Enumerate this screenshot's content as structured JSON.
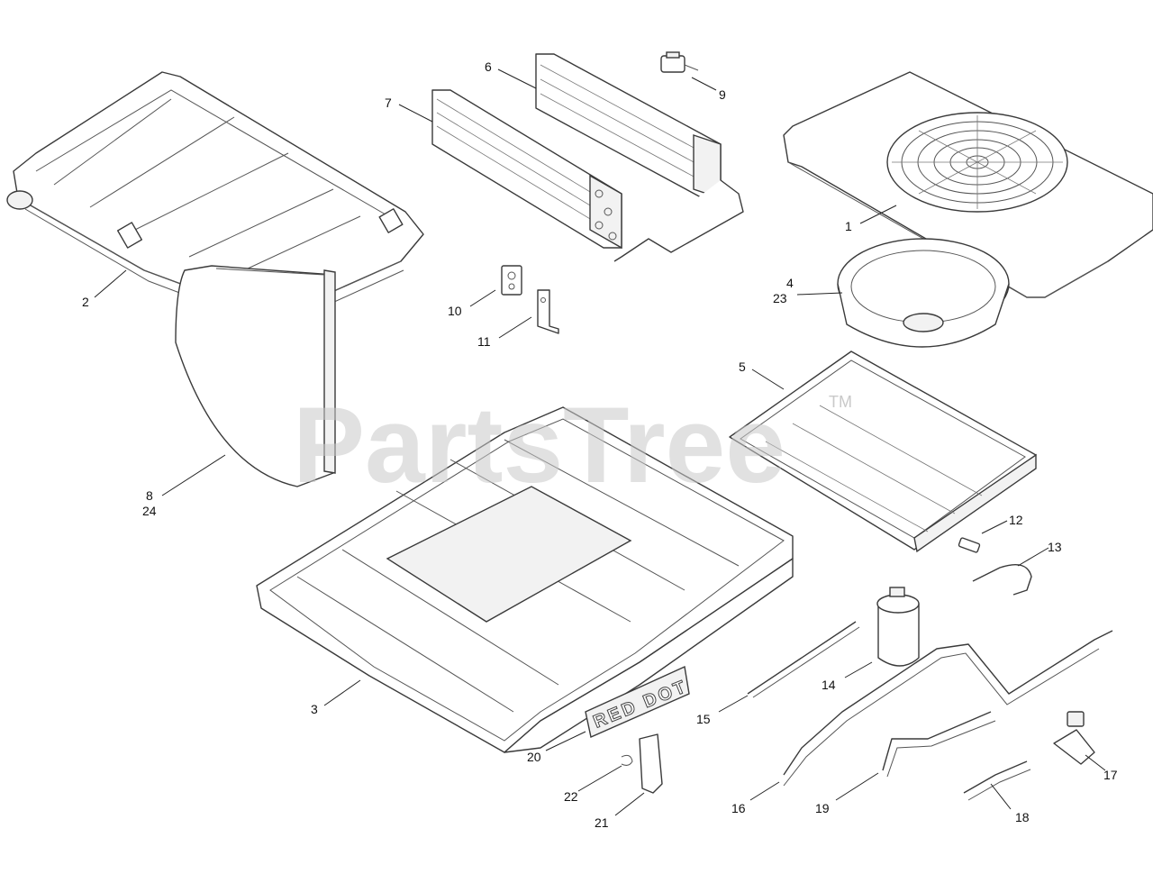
{
  "watermark": {
    "text": "PartsTree",
    "trademark": "TM"
  },
  "stamp_text": "RED DOT",
  "callouts": [
    "1",
    "2",
    "3",
    "4",
    "23",
    "5",
    "6",
    "7",
    "8",
    "24",
    "9",
    "10",
    "11",
    "12",
    "13",
    "14",
    "15",
    "16",
    "17",
    "18",
    "19",
    "20",
    "21",
    "22"
  ]
}
